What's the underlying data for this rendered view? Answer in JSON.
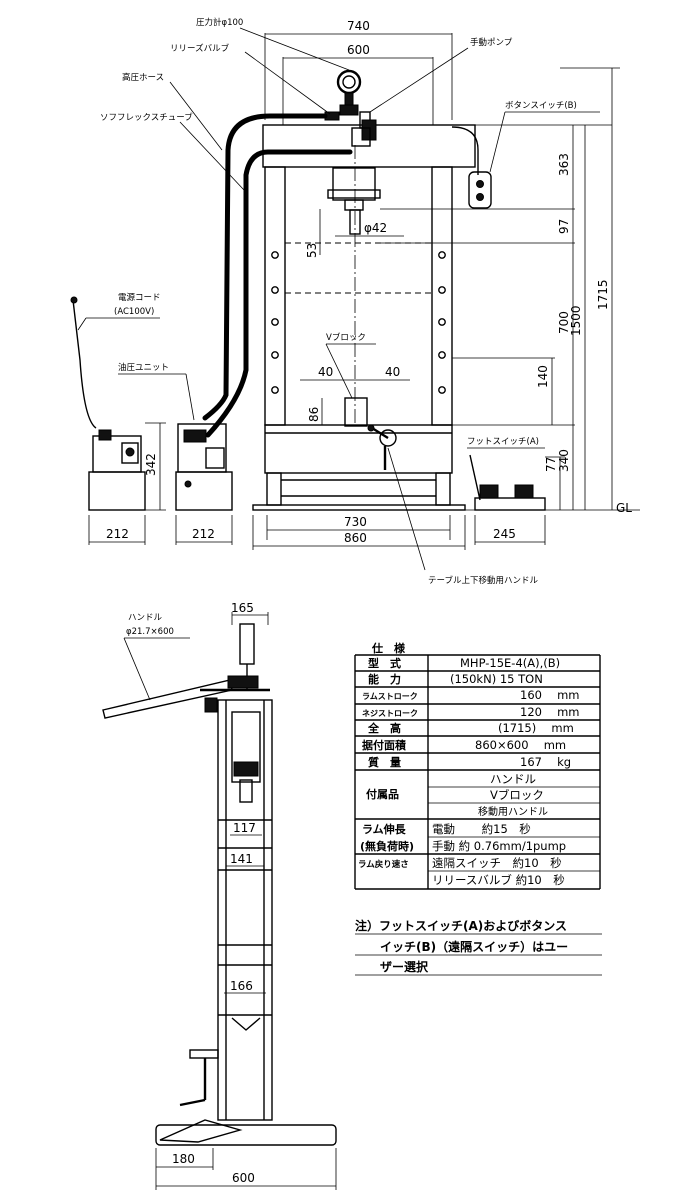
{
  "front_view": {
    "labels": {
      "pressure_gauge": "圧力計φ100",
      "release_valve": "リリーズバルブ",
      "hand_pump": "手動ポンプ",
      "high_pressure_hose": "高圧ホース",
      "flex_tube": "ソフフレックスチューブ",
      "button_switch": "ボタンスイッチ(B)",
      "power_cord": "電源コード",
      "power_cord_spec": "(AC100V)",
      "hydraulic_unit": "油圧ユニット",
      "v_block": "Vブロック",
      "foot_switch": "フットスイッチ(A)",
      "table_handle": "テーブル上下移動用ハンドル",
      "ground_line": "GL"
    },
    "dims": {
      "w740": "740",
      "w600": "600",
      "h363": "363",
      "h97": "97",
      "h1500": "1500",
      "h1715": "1715",
      "h700": "700",
      "h140": "140",
      "h340": "340",
      "h77": "77",
      "h342": "342",
      "h53": "53",
      "d42": "φ42",
      "w40a": "40",
      "w40b": "40",
      "h86": "86",
      "w730": "730",
      "w860": "860",
      "w212a": "212",
      "w212b": "212",
      "w245": "245"
    }
  },
  "side_view": {
    "handle_label": "ハンドル",
    "handle_spec": "φ21.7×600",
    "dims": {
      "w165": "165",
      "w117": "117",
      "w141": "141",
      "w166": "166",
      "w180": "180",
      "w600": "600"
    }
  },
  "spec_table": {
    "title": "仕　様",
    "rows": [
      {
        "label": "型　式",
        "value": "MHP-15E-4(A),(B)"
      },
      {
        "label": "能　力",
        "value": "(150kN) 15  TON"
      },
      {
        "label": "ラムストローク",
        "value": "160　 mm"
      },
      {
        "label": "ネジストローク",
        "value": "120　 mm"
      },
      {
        "label": "全　高",
        "value": "(1715)　 mm"
      },
      {
        "label": "据付面積",
        "value": "860×600　 mm"
      },
      {
        "label": "質　量",
        "value": "167　 kg"
      }
    ],
    "accessories": {
      "label": "付属品",
      "items": [
        "ハンドル",
        "Vブロック",
        "移動用ハンドル"
      ]
    },
    "ram_ext": {
      "label1": "ラム伸長",
      "label2": "(無負荷時)",
      "electric": "電動　　 約15　秒",
      "manual": "手動 約 0.76mm/1pump"
    },
    "ram_return": {
      "label": "ラム戻り速さ",
      "remote": "遠隔スイッチ　約10　秒",
      "release": "リリースバルブ 約10　秒"
    }
  },
  "note": {
    "line1": "注）フットスイッチ(A)およびボタンス",
    "line2": "イッチ(B)（遠隔スイッチ）はユー",
    "line3": "ザー選択"
  }
}
